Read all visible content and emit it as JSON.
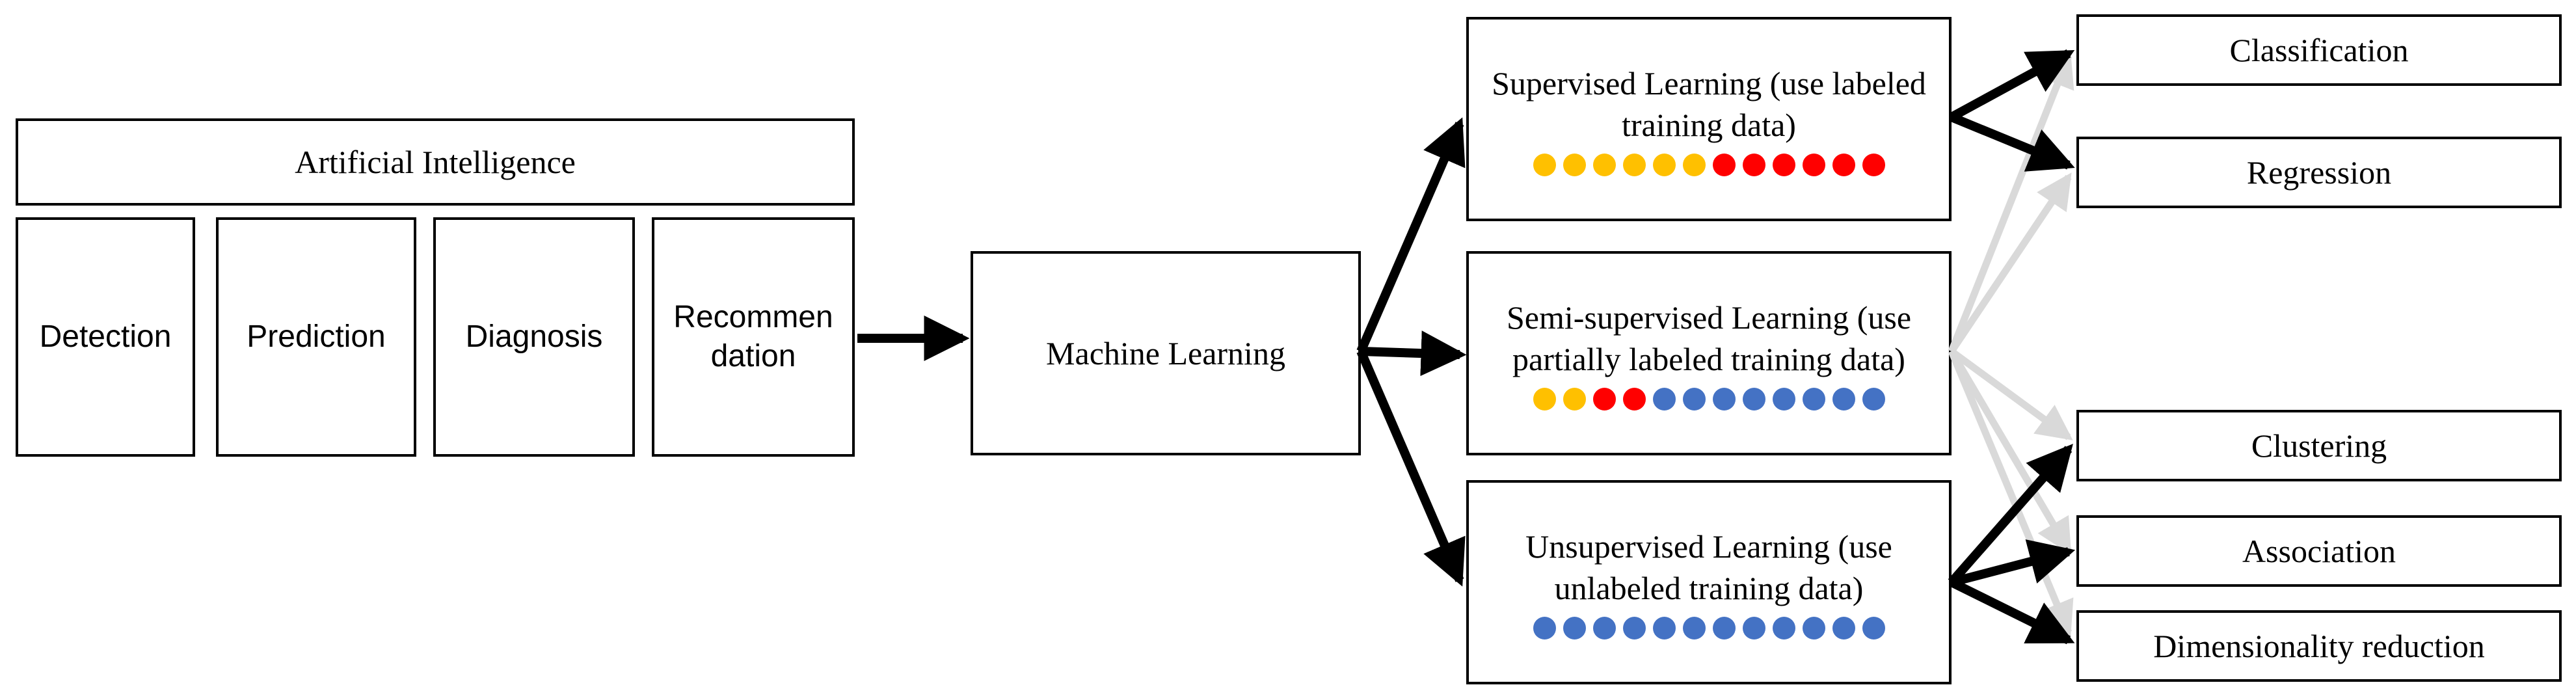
{
  "colors": {
    "gold": "#FFC000",
    "red": "#FF0000",
    "blue": "#4472C4",
    "light_gray": "#D9D9D9",
    "black": "#000000"
  },
  "ai": {
    "title": "Artificial Intelligence",
    "items": [
      "Detection",
      "Prediction",
      "Diagnosis",
      "Recommendation"
    ]
  },
  "ml": {
    "label": "Machine Learning"
  },
  "learning": {
    "supervised": {
      "label": "Supervised Learning (use labeled training data)",
      "dots": [
        "gold",
        "gold",
        "gold",
        "gold",
        "gold",
        "gold",
        "red",
        "red",
        "red",
        "red",
        "red",
        "red"
      ]
    },
    "semi": {
      "label": "Semi-supervised Learning (use partially labeled training data)",
      "dots": [
        "gold",
        "gold",
        "red",
        "red",
        "blue",
        "blue",
        "blue",
        "blue",
        "blue",
        "blue",
        "blue",
        "blue"
      ]
    },
    "unsupervised": {
      "label": "Unsupervised Learning (use unlabeled training data)",
      "dots": [
        "blue",
        "blue",
        "blue",
        "blue",
        "blue",
        "blue",
        "blue",
        "blue",
        "blue",
        "blue",
        "blue",
        "blue"
      ]
    }
  },
  "tasks": {
    "classification": "Classification",
    "regression": "Regression",
    "clustering": "Clustering",
    "association": "Association",
    "dimensionality": "Dimensionality reduction"
  },
  "arrow_icon": "arrow-right"
}
